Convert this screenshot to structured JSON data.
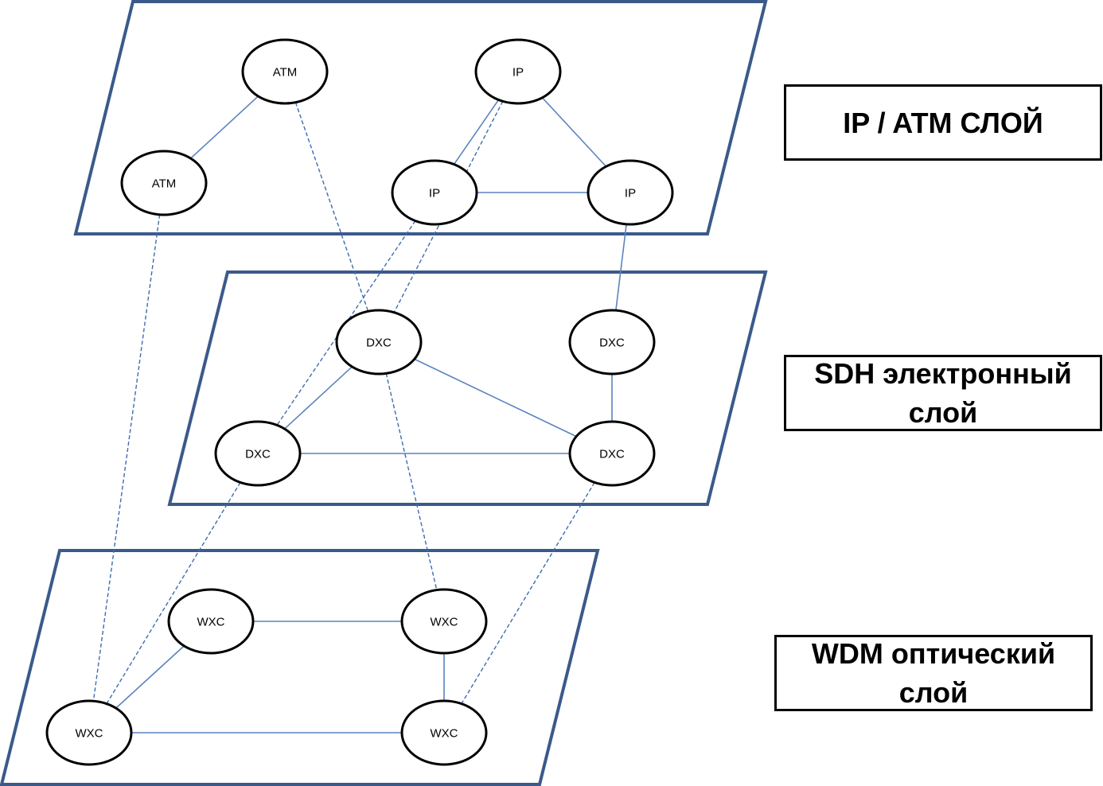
{
  "layer_labels": {
    "ip_atm": "IP / ATM СЛОЙ",
    "sdh_line1": "SDH электронный",
    "sdh_line2": "слой",
    "wdm_line1": "WDM оптический",
    "wdm_line2": "слой"
  },
  "nodes": {
    "atm_top": "ATM",
    "atm_left": "ATM",
    "ip_top": "IP",
    "ip_left": "IP",
    "ip_right": "IP",
    "dxc_top_left": "DXC",
    "dxc_top_right": "DXC",
    "dxc_bottom_left": "DXC",
    "dxc_bottom_right": "DXC",
    "wxc_top_left": "WXC",
    "wxc_top_right": "WXC",
    "wxc_bottom_left": "WXC",
    "wxc_bottom_right": "WXC"
  },
  "edges": [
    [
      "atm_top",
      "atm_left"
    ],
    [
      "ip_top",
      "ip_left"
    ],
    [
      "ip_top",
      "ip_right"
    ],
    [
      "ip_left",
      "ip_right"
    ],
    [
      "dxc_top_left",
      "dxc_bottom_left"
    ],
    [
      "dxc_top_left",
      "dxc_bottom_right"
    ],
    [
      "dxc_top_right",
      "dxc_bottom_right"
    ],
    [
      "dxc_bottom_left",
      "dxc_bottom_right"
    ],
    [
      "wxc_top_left",
      "wxc_top_right"
    ],
    [
      "wxc_top_left",
      "wxc_bottom_left"
    ],
    [
      "wxc_top_right",
      "wxc_bottom_right"
    ],
    [
      "wxc_bottom_left",
      "wxc_bottom_right"
    ],
    [
      "ip_right",
      "dxc_top_right"
    ]
  ],
  "cross_layer_links": [
    [
      "atm_left",
      "wxc_bottom_left"
    ],
    [
      "atm_top",
      "dxc_top_left"
    ],
    [
      "ip_top",
      "dxc_top_left"
    ],
    [
      "ip_left",
      "dxc_bottom_left"
    ],
    [
      "dxc_bottom_left",
      "wxc_bottom_left"
    ],
    [
      "dxc_top_left",
      "wxc_top_right"
    ],
    [
      "dxc_bottom_right",
      "wxc_bottom_right"
    ]
  ]
}
